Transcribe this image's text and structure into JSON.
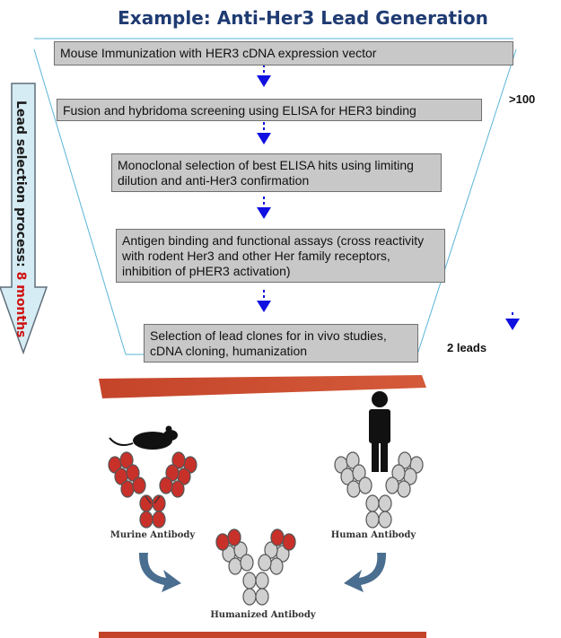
{
  "title": "Example: Anti-Her3 Lead Generation",
  "steps": [
    "Mouse Immunization with HER3  cDNA expression vector",
    "Fusion and hybridoma screening using ELISA for HER3 binding",
    "Monoclonal selection of best ELISA hits using limiting dilution and anti-Her3 confirmation",
    "Antigen binding and functional assays (cross reactivity with rodent Her3 and other Her family receptors, inhibition of pHER3 activation)",
    "Selection of lead clones for in vivo studies, cDNA cloning, humanization"
  ],
  "funnel": {
    "top_label": ">100",
    "bottom_label": "2 leads"
  },
  "side": {
    "prefix": "Lead selection process: ",
    "duration": "8 months"
  },
  "panel": {
    "murine": "Murine Antibody",
    "human": "Human Antibody",
    "humanized": "Humanized Antibody"
  },
  "colors": {
    "title": "#1f3b72",
    "arrow": "#1010e0",
    "murine": "#c8302a",
    "panel_band": "#c4442a",
    "curved_arrow": "#4a6e8f",
    "side_arrow_fill": "#d6ecf4"
  }
}
